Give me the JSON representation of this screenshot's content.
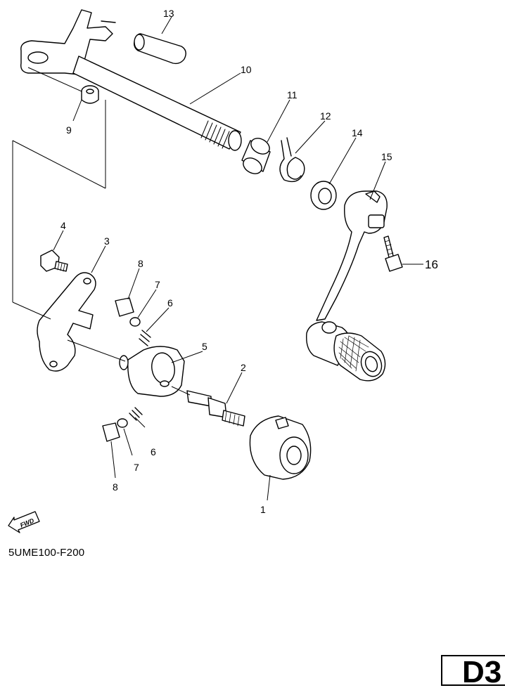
{
  "callouts": {
    "c1": "1",
    "c2": "2",
    "c3": "3",
    "c4": "4",
    "c5": "5",
    "c6a": "6",
    "c6b": "6",
    "c7a": "7",
    "c7b": "7",
    "c8a": "8",
    "c8b": "8",
    "c9": "9",
    "c10": "10",
    "c11": "11",
    "c12": "12",
    "c13": "13",
    "c14": "14",
    "c15": "15",
    "c16": "16"
  },
  "fwd_label": "FWD",
  "drawing_code": "5UME100-F200",
  "page_code": "D3"
}
